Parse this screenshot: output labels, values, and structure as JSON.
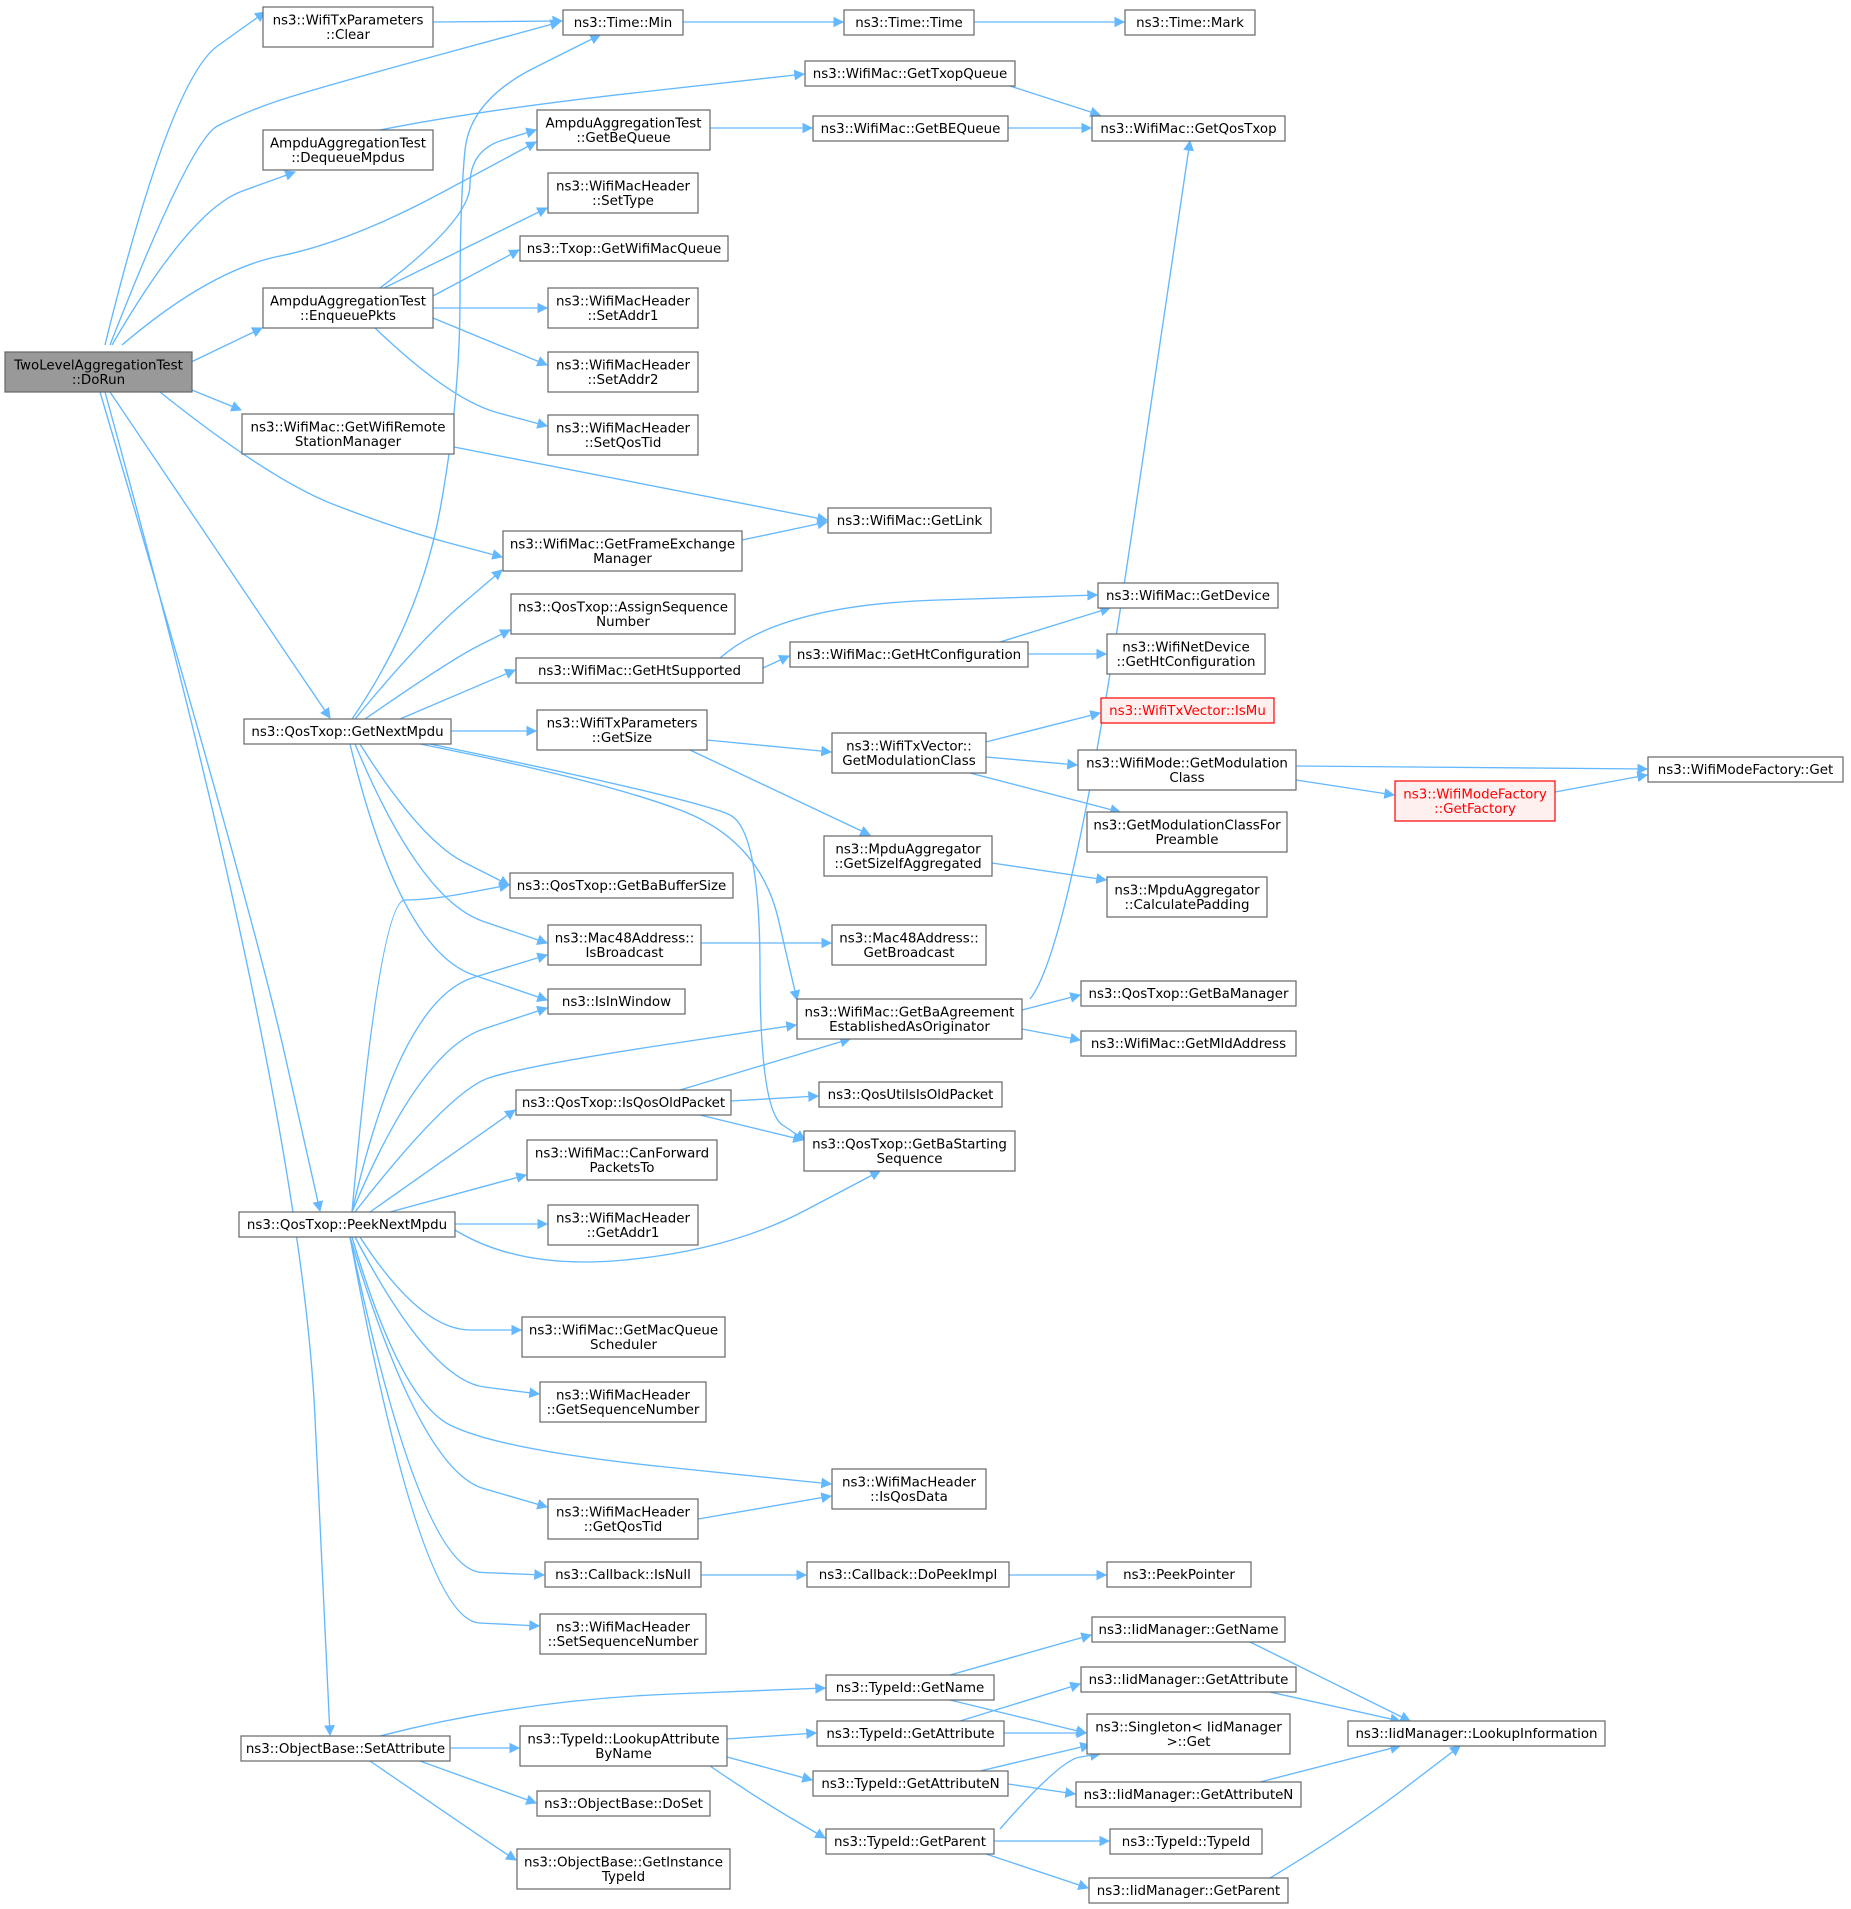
{
  "colors": {
    "edge": "#63b8ff",
    "border": "#666666",
    "root_fill": "#999999",
    "highlight": "#ff0000"
  },
  "nodes": [
    {
      "id": "root",
      "lines": [
        "TwoLevelAggregationTest",
        "::DoRun"
      ],
      "style": "root"
    },
    {
      "id": "wtpclear",
      "lines": [
        "ns3::WifiTxParameters",
        "::Clear"
      ]
    },
    {
      "id": "timemin",
      "lines": [
        "ns3::Time::Min"
      ]
    },
    {
      "id": "timetime",
      "lines": [
        "ns3::Time::Time"
      ]
    },
    {
      "id": "timemark",
      "lines": [
        "ns3::Time::Mark"
      ]
    },
    {
      "id": "gettxopq",
      "lines": [
        "ns3::WifiMac::GetTxopQueue"
      ]
    },
    {
      "id": "getqostxop",
      "lines": [
        "ns3::WifiMac::GetQosTxop"
      ]
    },
    {
      "id": "dequeue",
      "lines": [
        "AmpduAggregationTest",
        "::DequeueMpdus"
      ]
    },
    {
      "id": "getbeq",
      "lines": [
        "AmpduAggregationTest",
        "::GetBeQueue"
      ]
    },
    {
      "id": "macgetbeq",
      "lines": [
        "ns3::WifiMac::GetBEQueue"
      ]
    },
    {
      "id": "settype",
      "lines": [
        "ns3::WifiMacHeader",
        "::SetType"
      ]
    },
    {
      "id": "getwmq",
      "lines": [
        "ns3::Txop::GetWifiMacQueue"
      ]
    },
    {
      "id": "enqueue",
      "lines": [
        "AmpduAggregationTest",
        "::EnqueuePkts"
      ]
    },
    {
      "id": "setaddr1",
      "lines": [
        "ns3::WifiMacHeader",
        "::SetAddr1"
      ]
    },
    {
      "id": "setaddr2",
      "lines": [
        "ns3::WifiMacHeader",
        "::SetAddr2"
      ]
    },
    {
      "id": "setqostid",
      "lines": [
        "ns3::WifiMacHeader",
        "::SetQosTid"
      ]
    },
    {
      "id": "getwrsm",
      "lines": [
        "ns3::WifiMac::GetWifiRemote",
        "StationManager"
      ]
    },
    {
      "id": "getlink",
      "lines": [
        "ns3::WifiMac::GetLink"
      ]
    },
    {
      "id": "getfem",
      "lines": [
        "ns3::WifiMac::GetFrameExchange",
        "Manager"
      ]
    },
    {
      "id": "assignseq",
      "lines": [
        "ns3::QosTxop::AssignSequence",
        "Number"
      ]
    },
    {
      "id": "getdevice",
      "lines": [
        "ns3::WifiMac::GetDevice"
      ]
    },
    {
      "id": "gethtsupp",
      "lines": [
        "ns3::WifiMac::GetHtSupported"
      ]
    },
    {
      "id": "macgethtconf",
      "lines": [
        "ns3::WifiMac::GetHtConfiguration"
      ]
    },
    {
      "id": "ndgethtconf",
      "lines": [
        "ns3::WifiNetDevice",
        "::GetHtConfiguration"
      ]
    },
    {
      "id": "getnextmpdu",
      "lines": [
        "ns3::QosTxop::GetNextMpdu"
      ]
    },
    {
      "id": "wtpgetsize",
      "lines": [
        "ns3::WifiTxParameters",
        "::GetSize"
      ]
    },
    {
      "id": "ismu",
      "lines": [
        "ns3::WifiTxVector::IsMu"
      ],
      "style": "red"
    },
    {
      "id": "txvgetmc",
      "lines": [
        "ns3::WifiTxVector::",
        "GetModulationClass"
      ]
    },
    {
      "id": "modegetmc",
      "lines": [
        "ns3::WifiMode::GetModulation",
        "Class"
      ]
    },
    {
      "id": "wmfget",
      "lines": [
        "ns3::WifiModeFactory::Get"
      ]
    },
    {
      "id": "wmfgetfactory",
      "lines": [
        "ns3::WifiModeFactory",
        "::GetFactory"
      ],
      "style": "red"
    },
    {
      "id": "getmcforpre",
      "lines": [
        "ns3::GetModulationClassFor",
        "Preamble"
      ]
    },
    {
      "id": "getsizeifagg",
      "lines": [
        "ns3::MpduAggregator",
        "::GetSizeIfAggregated"
      ]
    },
    {
      "id": "calcpad",
      "lines": [
        "ns3::MpduAggregator",
        "::CalculatePadding"
      ]
    },
    {
      "id": "getbabuf",
      "lines": [
        "ns3::QosTxop::GetBaBufferSize"
      ]
    },
    {
      "id": "isbcast",
      "lines": [
        "ns3::Mac48Address::",
        "IsBroadcast"
      ]
    },
    {
      "id": "getbcast",
      "lines": [
        "ns3::Mac48Address::",
        "GetBroadcast"
      ]
    },
    {
      "id": "isinwin",
      "lines": [
        "ns3::IsInWindow"
      ]
    },
    {
      "id": "getbaagree",
      "lines": [
        "ns3::WifiMac::GetBaAgreement",
        "EstablishedAsOriginator"
      ]
    },
    {
      "id": "getbamgr",
      "lines": [
        "ns3::QosTxop::GetBaManager"
      ]
    },
    {
      "id": "getmld",
      "lines": [
        "ns3::WifiMac::GetMldAddress"
      ]
    },
    {
      "id": "isqosold",
      "lines": [
        "ns3::QosTxop::IsQosOldPacket"
      ]
    },
    {
      "id": "qosutilsold",
      "lines": [
        "ns3::QosUtilsIsOldPacket"
      ]
    },
    {
      "id": "getbastart",
      "lines": [
        "ns3::QosTxop::GetBaStarting",
        "Sequence"
      ]
    },
    {
      "id": "canfwd",
      "lines": [
        "ns3::WifiMac::CanForward",
        "PacketsTo"
      ]
    },
    {
      "id": "peeknext",
      "lines": [
        "ns3::QosTxop::PeekNextMpdu"
      ]
    },
    {
      "id": "getaddr1",
      "lines": [
        "ns3::WifiMacHeader",
        "::GetAddr1"
      ]
    },
    {
      "id": "getmqs",
      "lines": [
        "ns3::WifiMac::GetMacQueue",
        "Scheduler"
      ]
    },
    {
      "id": "getseqnum",
      "lines": [
        "ns3::WifiMacHeader",
        "::GetSequenceNumber"
      ]
    },
    {
      "id": "isqosdata",
      "lines": [
        "ns3::WifiMacHeader",
        "::IsQosData"
      ]
    },
    {
      "id": "getqostid",
      "lines": [
        "ns3::WifiMacHeader",
        "::GetQosTid"
      ]
    },
    {
      "id": "cbisnull",
      "lines": [
        "ns3::Callback::IsNull"
      ]
    },
    {
      "id": "cbdopeek",
      "lines": [
        "ns3::Callback::DoPeekImpl"
      ]
    },
    {
      "id": "peekptr",
      "lines": [
        "ns3::PeekPointer"
      ]
    },
    {
      "id": "setseqnum",
      "lines": [
        "ns3::WifiMacHeader",
        "::SetSequenceNumber"
      ]
    },
    {
      "id": "iidgetname",
      "lines": [
        "ns3::IidManager::GetName"
      ]
    },
    {
      "id": "tidgetname",
      "lines": [
        "ns3::TypeId::GetName"
      ]
    },
    {
      "id": "iidgetattr",
      "lines": [
        "ns3::IidManager::GetAttribute"
      ]
    },
    {
      "id": "singleton",
      "lines": [
        "ns3::Singleton< IidManager",
        ">::Get"
      ]
    },
    {
      "id": "iidlookup",
      "lines": [
        "ns3::IidManager::LookupInformation"
      ]
    },
    {
      "id": "setattr",
      "lines": [
        "ns3::ObjectBase::SetAttribute"
      ]
    },
    {
      "id": "lookupattr",
      "lines": [
        "ns3::TypeId::LookupAttribute",
        "ByName"
      ]
    },
    {
      "id": "tidgetattr",
      "lines": [
        "ns3::TypeId::GetAttribute"
      ]
    },
    {
      "id": "tidgetattrn",
      "lines": [
        "ns3::TypeId::GetAttributeN"
      ]
    },
    {
      "id": "iidgetattrn",
      "lines": [
        "ns3::IidManager::GetAttributeN"
      ]
    },
    {
      "id": "doset",
      "lines": [
        "ns3::ObjectBase::DoSet"
      ]
    },
    {
      "id": "tidgetparent",
      "lines": [
        "ns3::TypeId::GetParent"
      ]
    },
    {
      "id": "tidtypeid",
      "lines": [
        "ns3::TypeId::TypeId"
      ]
    },
    {
      "id": "getinsttid",
      "lines": [
        "ns3::ObjectBase::GetInstance",
        "TypeId"
      ]
    },
    {
      "id": "iidgetparent",
      "lines": [
        "ns3::IidManager::GetParent"
      ]
    }
  ]
}
